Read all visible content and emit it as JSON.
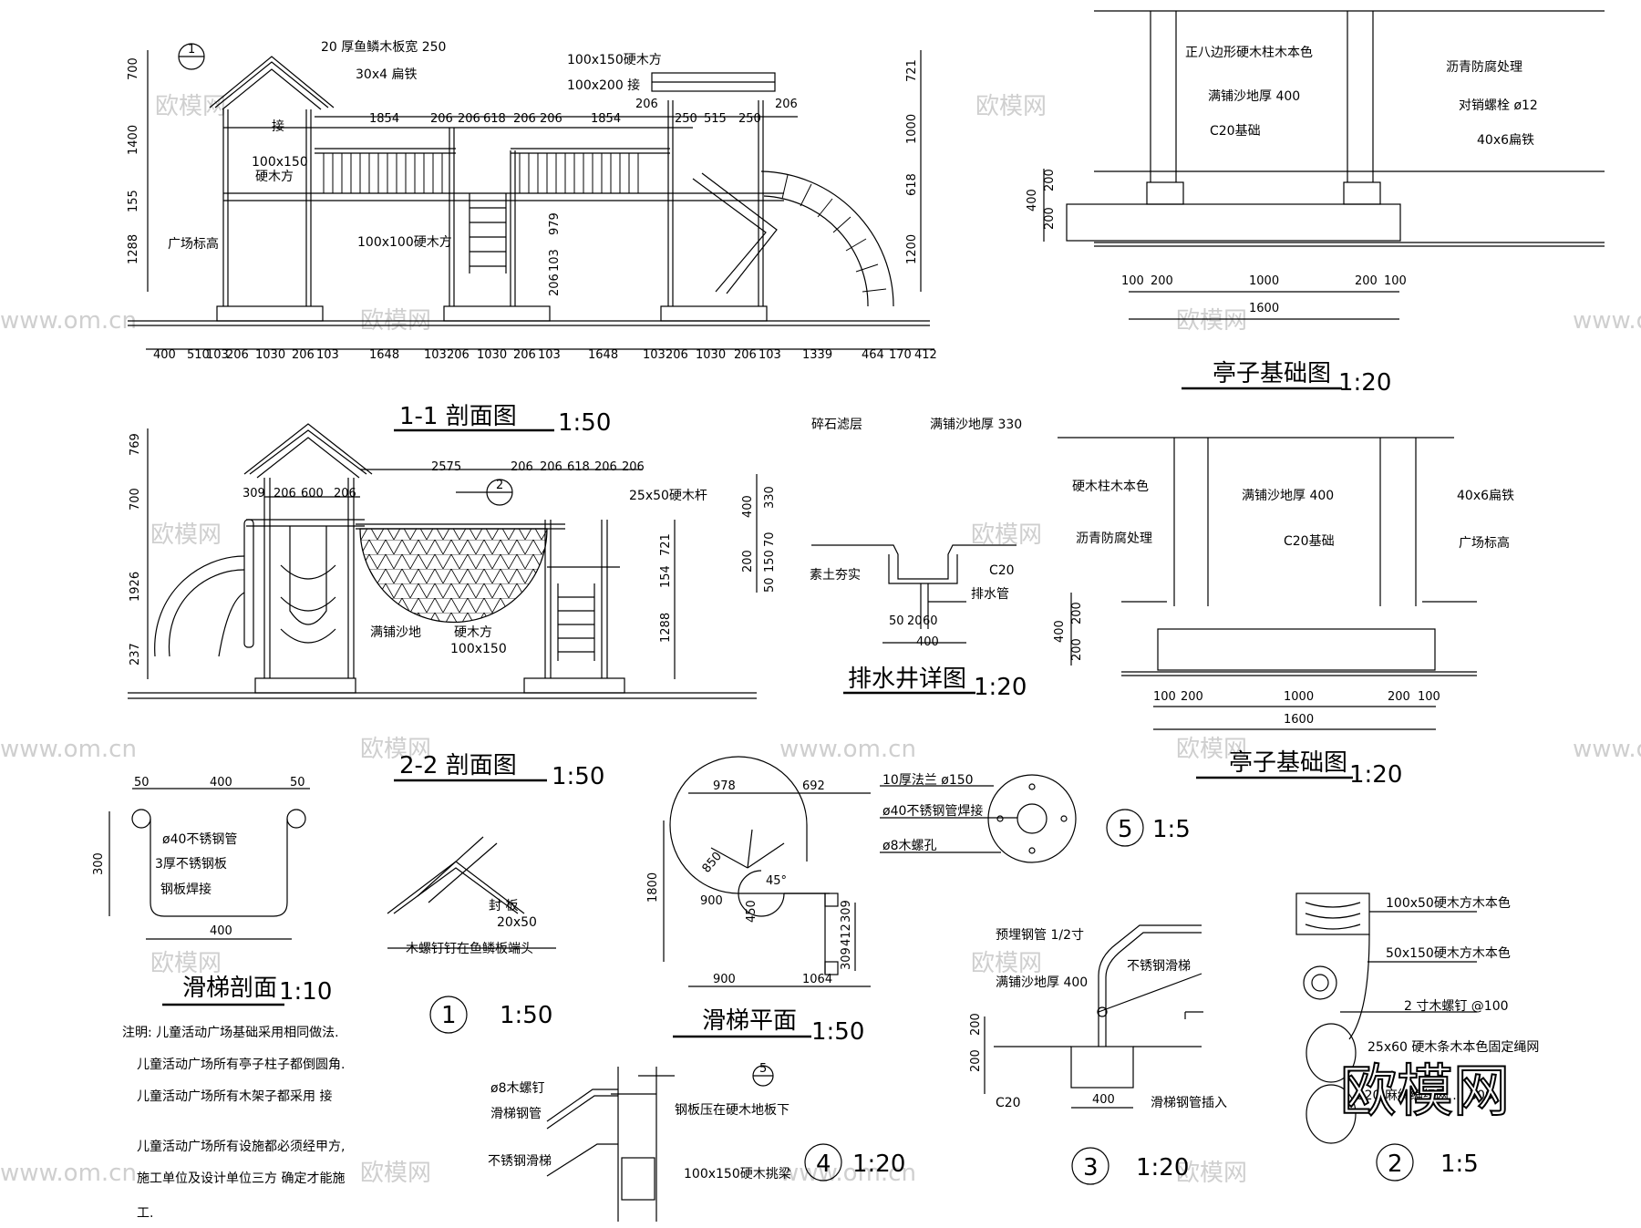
{
  "titles": {
    "s11": "1-1  剖面图",
    "s11_scale": "1:50",
    "s22": "2-2  剖面图",
    "s22_scale": "1:50",
    "ting1": "亭子基础图",
    "ting1_scale": "1:20",
    "ting2": "亭子基础图",
    "ting2_scale": "1:20",
    "drain": "排水井详图",
    "drain_scale": "1:20",
    "slide_sec": "滑梯剖面",
    "slide_sec_scale": "1:10",
    "slide_plan": "滑梯平面",
    "slide_plan_scale": "1:50",
    "d1": "1",
    "d1_scale": "1:50",
    "d2": "2",
    "d2_scale": "1:5",
    "d3": "3",
    "d3_scale": "1:20",
    "d4": "4",
    "d4_scale": "1:20",
    "d5": "5",
    "d5_scale": "1:5"
  },
  "s11": {
    "labels": [
      "20 厚鱼鳞木板宽  250",
      "30x4 扁铁",
      "接",
      "100x150",
      "硬木方",
      "广场标高",
      "100x100硬木方",
      "100x150硬木方",
      "100x200  接"
    ],
    "dims_top": [
      "1854",
      "206",
      "206",
      "618",
      "206",
      "206",
      "1854",
      "250",
      "515",
      "250",
      "206",
      "206"
    ],
    "dims_left": [
      "700",
      "1400",
      "155",
      "1288"
    ],
    "dims_right": [
      "721",
      "1000",
      "618",
      "1200"
    ],
    "dims_mid": [
      "979",
      "103",
      "206"
    ],
    "dims_bottom": [
      "400",
      "510",
      "103",
      "206",
      "1030",
      "206",
      "103",
      "1648",
      "103",
      "206",
      "1030",
      "206",
      "103",
      "1648",
      "103",
      "206",
      "1030",
      "206",
      "103",
      "1339",
      "464",
      "170",
      "412"
    ],
    "callout": "1"
  },
  "s22": {
    "labels": [
      "25x50硬木杆",
      "满铺沙地",
      "硬木方",
      "100x150"
    ],
    "dims_top": [
      "2575",
      "206",
      "206",
      "618",
      "206",
      "206"
    ],
    "dims_top2": [
      "309",
      "206",
      "600",
      "206"
    ],
    "dims_left": [
      "769",
      "700",
      "1926",
      "237"
    ],
    "dims_right": [
      "721",
      "154",
      "1288"
    ],
    "callout": "2"
  },
  "ting1": {
    "labels": [
      "正八边形硬木柱木本色",
      "沥青防腐处理",
      "对销螺栓  ø12",
      "满铺沙地厚  400",
      "C20基础",
      "40x6扁铁"
    ],
    "dims_left": [
      "400",
      "200",
      "200"
    ],
    "dims_bottom": [
      "100",
      "200",
      "1000",
      "200",
      "100"
    ],
    "total": "1600"
  },
  "ting2": {
    "labels": [
      "硬木柱木本色",
      "满铺沙地厚  400",
      "40x6扁铁",
      "沥青防腐处理",
      "C20基础",
      "广场标高"
    ],
    "dims_left": [
      "400",
      "200",
      "200"
    ],
    "dims_bottom": [
      "100",
      "200",
      "1000",
      "200",
      "100"
    ],
    "total": "1600"
  },
  "drain": {
    "labels": [
      "碎石滤层",
      "满铺沙地厚  330",
      "素土夯实",
      "C20",
      "排水管"
    ],
    "dims_left": [
      "400",
      "330",
      "70",
      "200",
      "150",
      "50"
    ],
    "dims_bottom": [
      "50",
      "20",
      "60"
    ],
    "total": "400"
  },
  "slide_sec": {
    "labels": [
      "ø40不锈钢管",
      "3厚不锈钢板",
      "钢板焊接"
    ],
    "dims_top": [
      "50",
      "400",
      "50"
    ],
    "dims_bottom": "400",
    "dims_left": "300"
  },
  "d1": {
    "labels": [
      "封  板",
      "20x50",
      "木螺钉钉在鱼鳞板端头"
    ]
  },
  "slide_plan": {
    "dims_top": [
      "978",
      "692"
    ],
    "dims_bottom": [
      "900",
      "1064"
    ],
    "dims_left": "1800",
    "dims_right": [
      "309",
      "412",
      "309"
    ],
    "dims_inner": [
      "850",
      "900",
      "450",
      "45°"
    ]
  },
  "d5": {
    "labels": [
      "10厚法兰  ø150",
      "ø40不锈钢管焊接",
      "ø8木螺孔"
    ]
  },
  "d3": {
    "labels": [
      "预埋钢管  1/2寸",
      "不锈钢滑梯",
      "满铺沙地厚  400",
      "C20",
      "滑梯钢管插入"
    ],
    "dims_left": [
      "200",
      "200"
    ],
    "dims_bottom": "400"
  },
  "d4": {
    "labels": [
      "ø8木螺钉",
      "滑梯钢管",
      "钢板压在硬木地板下",
      "不锈钢滑梯",
      "100x150硬木挑梁"
    ],
    "callout": "5"
  },
  "d2": {
    "labels": [
      "100x50硬木方木本色",
      "50x150硬木方木本色",
      "2 寸木螺钉  @100",
      "25x60 硬木条木本色固定绳网",
      "ø20 麻绳编织网 ... 300"
    ]
  },
  "notes": [
    "注明:   儿童活动广场基础采用相同做法.",
    "儿童活动广场所有亭子柱子都倒圆角.",
    "儿童活动广场所有木架子都采用   接",
    "儿童活动广场所有设施都必须经甲方,",
    "施工单位及设计单位三方     确定才能施",
    "工."
  ],
  "watermark": {
    "site": "www.om.cn",
    "brand": "欧模网"
  }
}
